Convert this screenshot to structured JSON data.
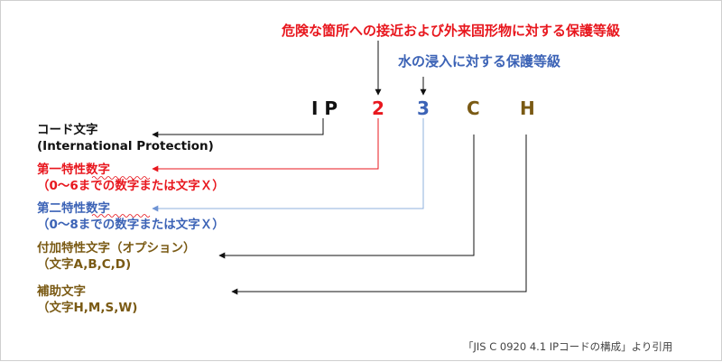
{
  "header": {
    "line1": "危険な箇所への接近および外来固形物に対する保護等級",
    "line2": "水の浸入に対する保護等級"
  },
  "code": {
    "ip": "I P",
    "digit1": "2",
    "digit2": "3",
    "letter1": "C",
    "letter2": "H"
  },
  "labels": {
    "code_text": {
      "title": "コード文字",
      "sub": "(International Protection)"
    },
    "first_digit": {
      "title": "第一特性数字",
      "sub": "（0～6までの数字または文字Ｘ）"
    },
    "second_digit": {
      "title": "第二特性数字",
      "sub": "（0～8までの数字または文字Ｘ）"
    },
    "additional_letter": {
      "title": "付加特性文字（オプション）",
      "sub": "（文字A,B,C,D)"
    },
    "supplementary_letter": {
      "title": "補助文字",
      "sub": "（文字H,M,S,W)"
    }
  },
  "citation": "「JIS C 0920 4.1 IPコードの構成」より引用",
  "colors": {
    "red": "#e8171e",
    "blue": "#3c63b6",
    "brown": "#7a5a14",
    "black": "#111111",
    "lightblue_line": "#8fb0de"
  }
}
